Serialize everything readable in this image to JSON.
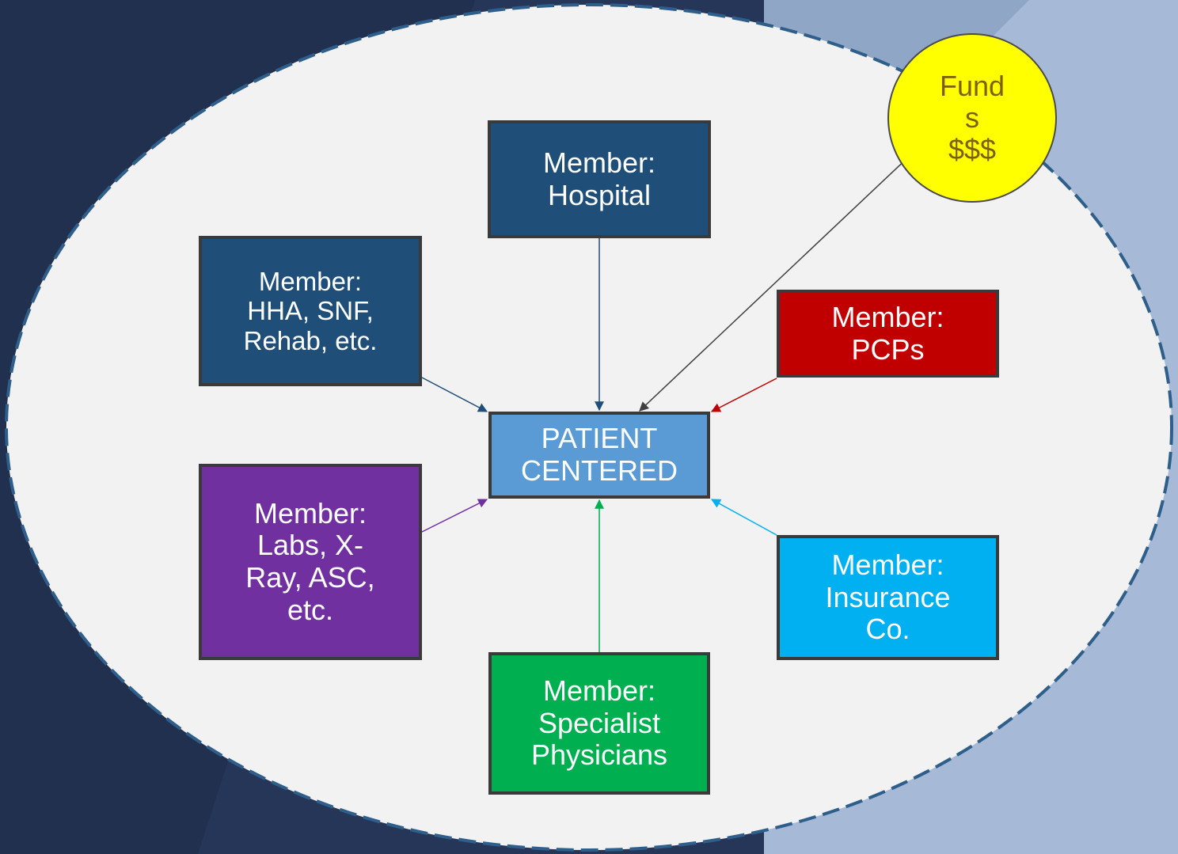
{
  "colors": {
    "background_dark": "#263659",
    "background_light": "#a6b9d6",
    "ellipse_fill": "#f2f2f2",
    "ellipse_border": "#2e5f8a",
    "hospital": "#1f4e79",
    "hha": "#1f4e79",
    "pcps": "#c00000",
    "patient": "#5b9bd5",
    "labs": "#7030a0",
    "insurance": "#00b0f0",
    "specialist": "#00b050",
    "funds_fill": "#ffff00",
    "funds_text": "#7f6000",
    "arrow_funds": "#404040"
  },
  "nodes": {
    "hospital": {
      "lines": [
        "Member:",
        "Hospital"
      ]
    },
    "hha": {
      "lines": [
        "Member:",
        "HHA, SNF,",
        "Rehab, etc."
      ]
    },
    "pcps": {
      "lines": [
        "Member:",
        "PCPs"
      ]
    },
    "patient": {
      "lines": [
        "PATIENT",
        "CENTERED"
      ]
    },
    "labs": {
      "lines": [
        "Member:",
        "Labs, X-",
        "Ray, ASC,",
        "etc."
      ]
    },
    "insurance": {
      "lines": [
        "Member:",
        "Insurance",
        "Co."
      ]
    },
    "specialist": {
      "lines": [
        "Member:",
        "Specialist",
        "Physicians"
      ]
    }
  },
  "funds": {
    "lines": [
      "Fund",
      "s",
      "$$$"
    ]
  },
  "edges": [
    {
      "from": "hospital",
      "to": "patient"
    },
    {
      "from": "hha",
      "to": "patient"
    },
    {
      "from": "funds",
      "to": "patient"
    },
    {
      "from": "pcps",
      "to": "patient"
    },
    {
      "from": "labs",
      "to": "patient"
    },
    {
      "from": "insurance",
      "to": "patient"
    },
    {
      "from": "specialist",
      "to": "patient"
    }
  ]
}
